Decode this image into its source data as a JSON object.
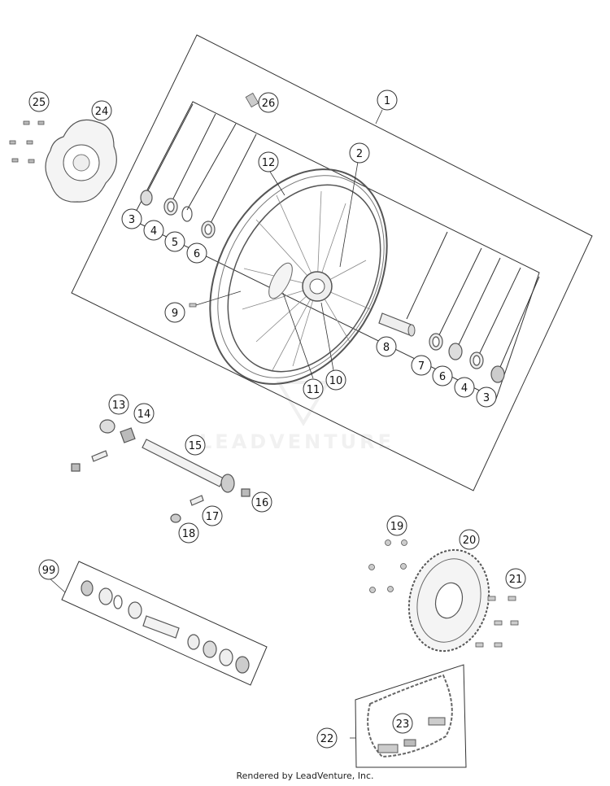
{
  "footer": "Rendered by LeadVenture, Inc.",
  "watermark": "LEADVENTURE",
  "colors": {
    "line": "#333333",
    "part": "#555555",
    "fill": "#dddddd",
    "watermark": "#e6e6e6"
  },
  "callouts": [
    {
      "id": "c25",
      "label": "25"
    },
    {
      "id": "c24",
      "label": "24"
    },
    {
      "id": "c26",
      "label": "26"
    },
    {
      "id": "c1",
      "label": "1"
    },
    {
      "id": "c12",
      "label": "12"
    },
    {
      "id": "c2",
      "label": "2"
    },
    {
      "id": "c3a",
      "label": "3"
    },
    {
      "id": "c4a",
      "label": "4"
    },
    {
      "id": "c5",
      "label": "5"
    },
    {
      "id": "c6a",
      "label": "6"
    },
    {
      "id": "c9",
      "label": "9"
    },
    {
      "id": "c8",
      "label": "8"
    },
    {
      "id": "c7",
      "label": "7"
    },
    {
      "id": "c6b",
      "label": "6"
    },
    {
      "id": "c4b",
      "label": "4"
    },
    {
      "id": "c3b",
      "label": "3"
    },
    {
      "id": "c11",
      "label": "11"
    },
    {
      "id": "c10",
      "label": "10"
    },
    {
      "id": "c13",
      "label": "13"
    },
    {
      "id": "c14",
      "label": "14"
    },
    {
      "id": "c15",
      "label": "15"
    },
    {
      "id": "c16",
      "label": "16"
    },
    {
      "id": "c17",
      "label": "17"
    },
    {
      "id": "c18",
      "label": "18"
    },
    {
      "id": "c99",
      "label": "99"
    },
    {
      "id": "c19",
      "label": "19"
    },
    {
      "id": "c20",
      "label": "20"
    },
    {
      "id": "c21",
      "label": "21"
    },
    {
      "id": "c22",
      "label": "22"
    },
    {
      "id": "c23",
      "label": "23"
    }
  ]
}
